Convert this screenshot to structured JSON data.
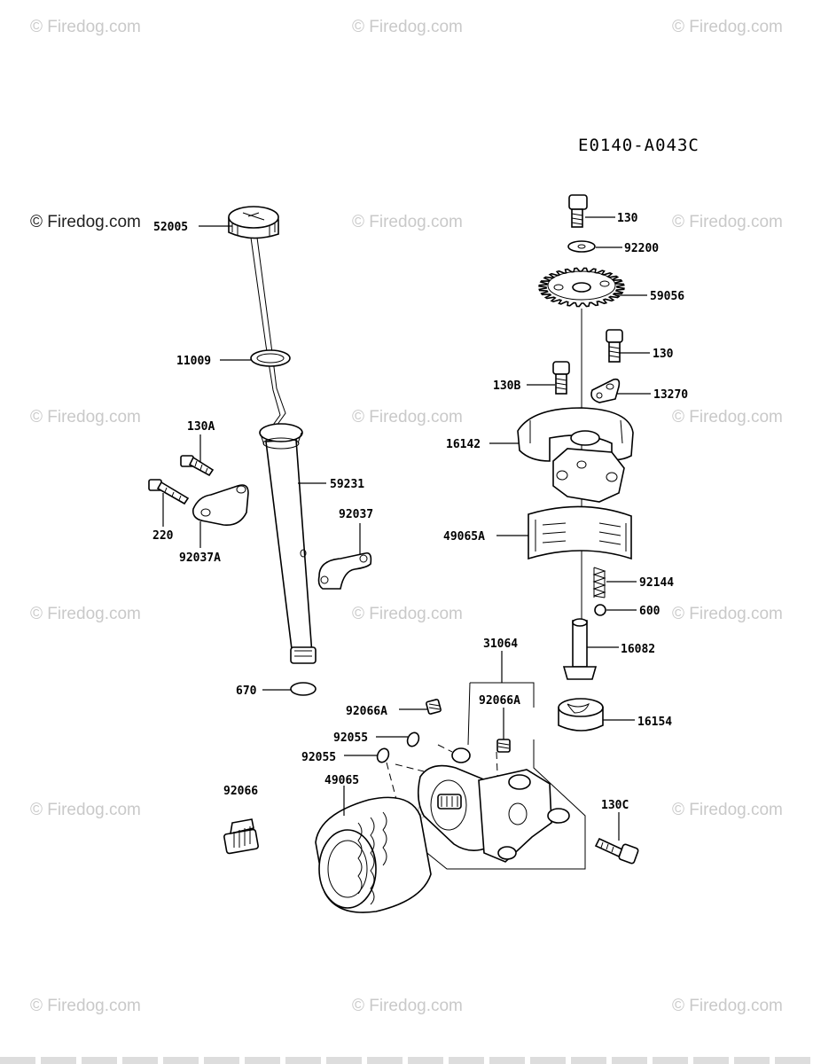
{
  "diagram_code": "E0140-A043C",
  "watermark": "© Firedog.com",
  "parts": {
    "p52005": "52005",
    "p11009": "11009",
    "p130A": "130A",
    "p220": "220",
    "p92037A": "92037A",
    "p59231": "59231",
    "p92037": "92037",
    "p670": "670",
    "p130_top": "130",
    "p92200": "92200",
    "p59056": "59056",
    "p130_mid": "130",
    "p130B": "130B",
    "p13270": "13270",
    "p16142": "16142",
    "p49065A": "49065A",
    "p92144": "92144",
    "p600": "600",
    "p16082": "16082",
    "p31064": "31064",
    "p92066A_left": "92066A",
    "p92066A_right": "92066A",
    "p16154": "16154",
    "p92055_a": "92055",
    "p92055_b": "92055",
    "p92066": "92066",
    "p49065": "49065",
    "p130C": "130C"
  }
}
